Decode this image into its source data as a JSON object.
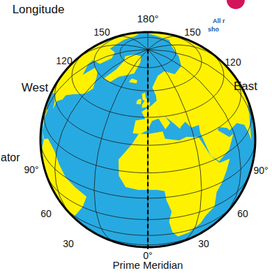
{
  "diagram": {
    "labels": [
      "Longitude",
      "180°",
      "150",
      "150",
      "120",
      "120",
      "West",
      "East",
      "90°",
      "90°",
      "ator",
      "60",
      "60",
      "30",
      "30",
      "0°",
      "Prime Meridian",
      "All r",
      "sho"
    ]
  }
}
